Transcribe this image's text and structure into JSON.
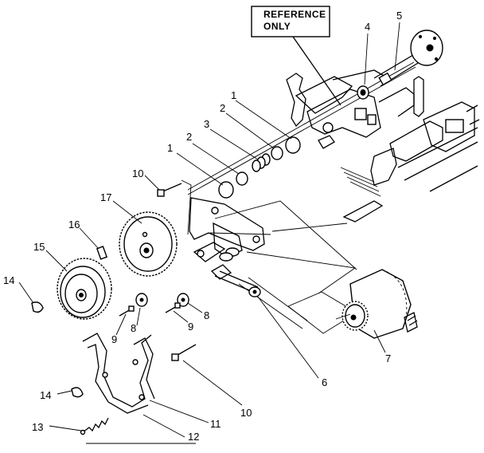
{
  "reference_box": {
    "line1": "REFERENCE",
    "line2": "ONLY"
  },
  "callouts": [
    {
      "id": "c1a",
      "text": "1"
    },
    {
      "id": "c1b",
      "text": "1"
    },
    {
      "id": "c2a",
      "text": "2"
    },
    {
      "id": "c2b",
      "text": "2"
    },
    {
      "id": "c3",
      "text": "3"
    },
    {
      "id": "c4",
      "text": "4"
    },
    {
      "id": "c5",
      "text": "5"
    },
    {
      "id": "c6",
      "text": "6"
    },
    {
      "id": "c7",
      "text": "7"
    },
    {
      "id": "c8a",
      "text": "8"
    },
    {
      "id": "c8b",
      "text": "8"
    },
    {
      "id": "c9a",
      "text": "9"
    },
    {
      "id": "c9b",
      "text": "9"
    },
    {
      "id": "c10a",
      "text": "10"
    },
    {
      "id": "c10b",
      "text": "10"
    },
    {
      "id": "c11",
      "text": "11"
    },
    {
      "id": "c12",
      "text": "12"
    },
    {
      "id": "c13",
      "text": "13"
    },
    {
      "id": "c14a",
      "text": "14"
    },
    {
      "id": "c14b",
      "text": "14"
    },
    {
      "id": "c15",
      "text": "15"
    },
    {
      "id": "c16",
      "text": "16"
    },
    {
      "id": "c17",
      "text": "17"
    }
  ]
}
